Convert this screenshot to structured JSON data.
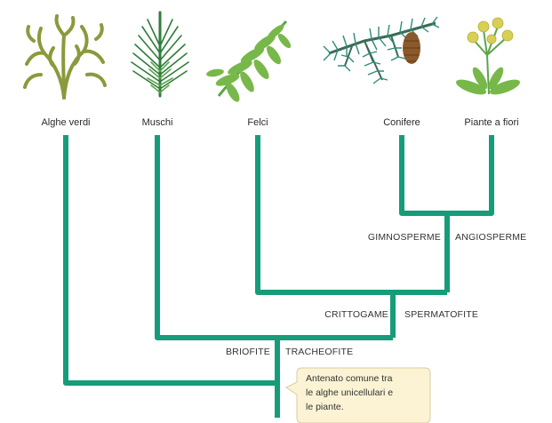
{
  "diagram": {
    "taxa": [
      {
        "name": "Alghe verdi",
        "icon": "green-algae-icon"
      },
      {
        "name": "Muschi",
        "icon": "moss-icon"
      },
      {
        "name": "Felci",
        "icon": "fern-icon"
      },
      {
        "name": "Conifere",
        "icon": "conifer-icon"
      },
      {
        "name": "Piante a fiori",
        "icon": "flowering-plant-icon"
      }
    ],
    "group_labels": {
      "gimnosperme": "GIMNOSPERME",
      "angiosperme": "ANGIOSPERME",
      "crittogame": "CRITTOGAME",
      "spermatofite": "SPERMATOFITE",
      "briofite": "BRIOFITE",
      "tracheofite": "TRACHEOFITE"
    },
    "ancestor_note": [
      "Antenato comune tra",
      "le alghe unicellulari e",
      "le piante."
    ],
    "colors": {
      "branch": "#169c79",
      "note_bg": "#fbf3d4",
      "note_border": "#d8cc9e",
      "leaf_dark": "#2f7d3a",
      "leaf_light": "#78b84a",
      "algae": "#8a9a3c",
      "cone": "#8a5a2b",
      "flower": "#d8cf55"
    }
  }
}
